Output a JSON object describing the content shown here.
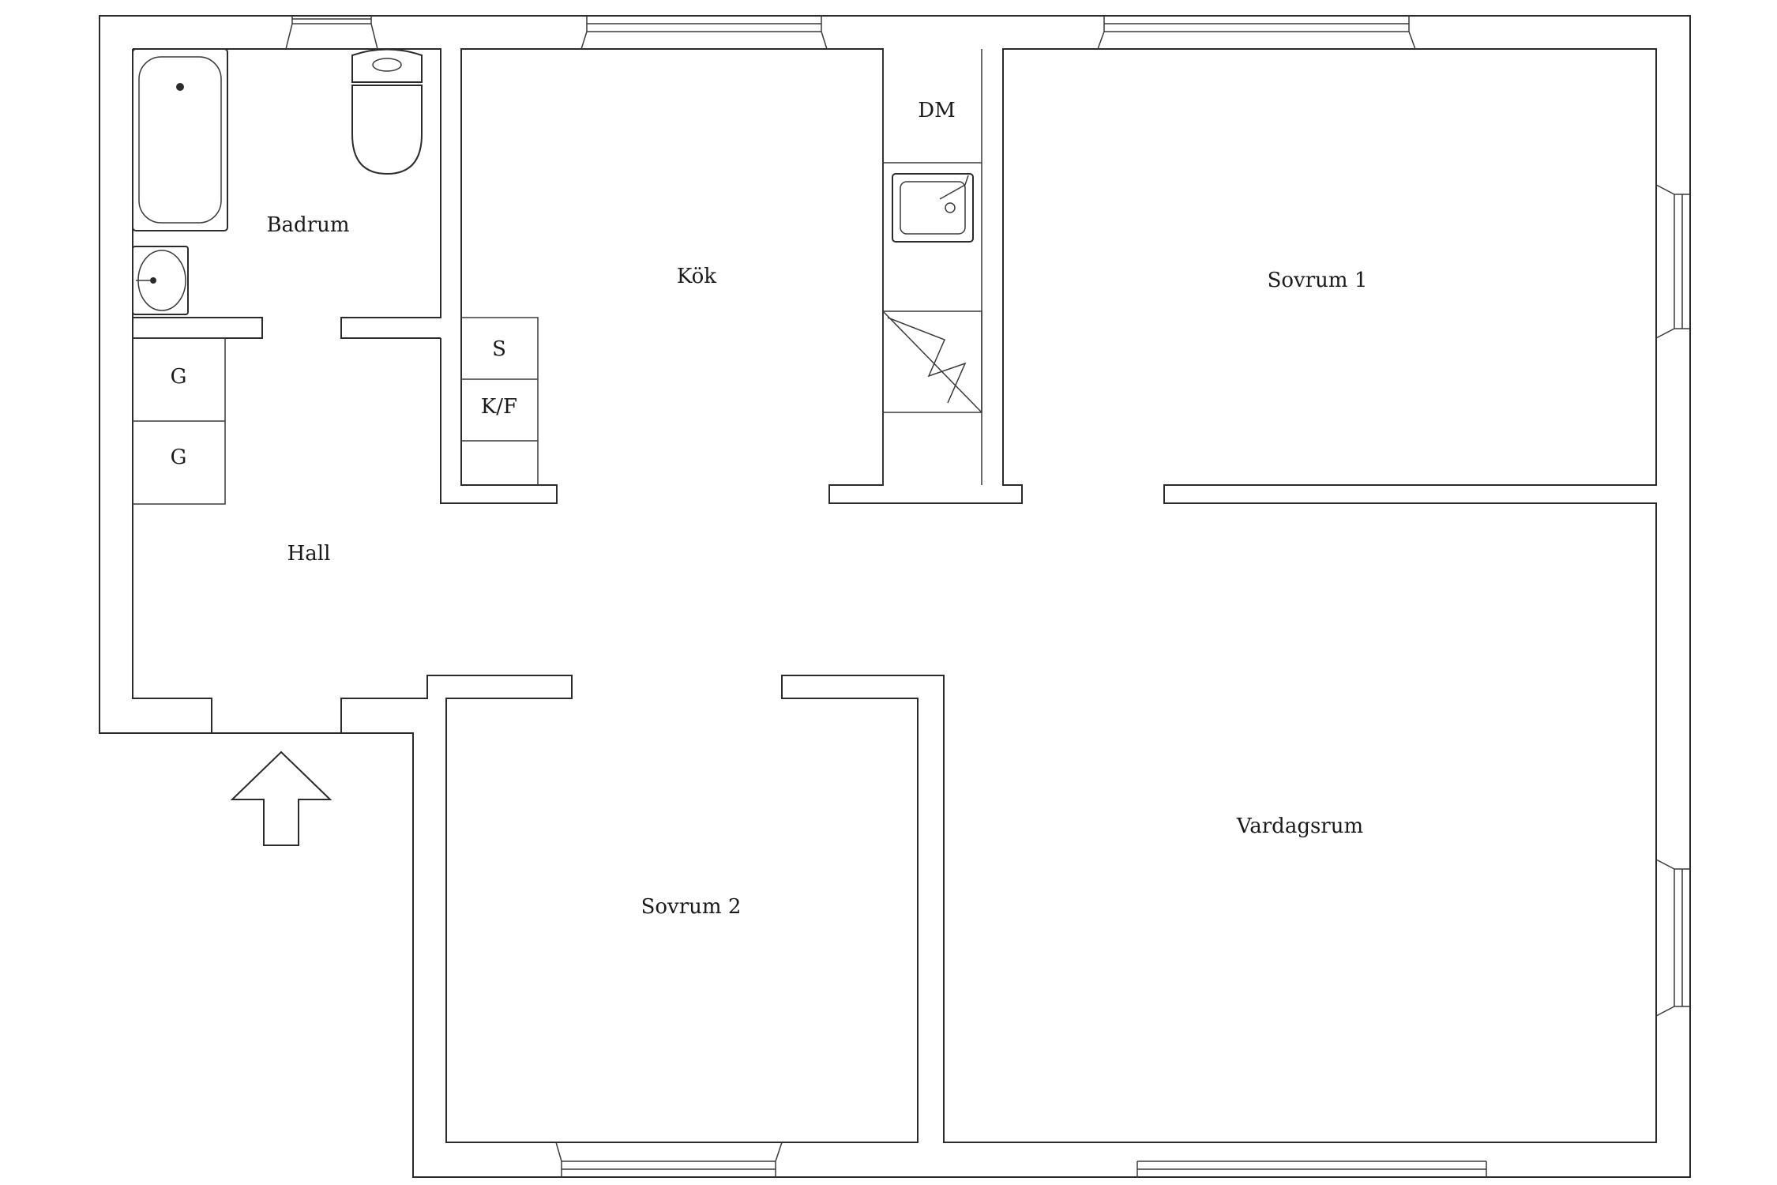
{
  "rooms": {
    "badrum": "Badrum",
    "kok": "Kök",
    "sovrum1": "Sovrum 1",
    "hall": "Hall",
    "sovrum2": "Sovrum 2",
    "vardagsrum": "Vardagsrum"
  },
  "fixtures": {
    "dm": "DM",
    "s": "S",
    "kf": "K/F",
    "g1": "G",
    "g2": "G"
  },
  "colors": {
    "line": "#2b2b2b",
    "background": "#ffffff"
  },
  "icons": [
    "bathtub-icon",
    "toilet-icon",
    "washbasin-icon",
    "sink-icon",
    "stove-icon",
    "entrance-arrow-icon"
  ]
}
